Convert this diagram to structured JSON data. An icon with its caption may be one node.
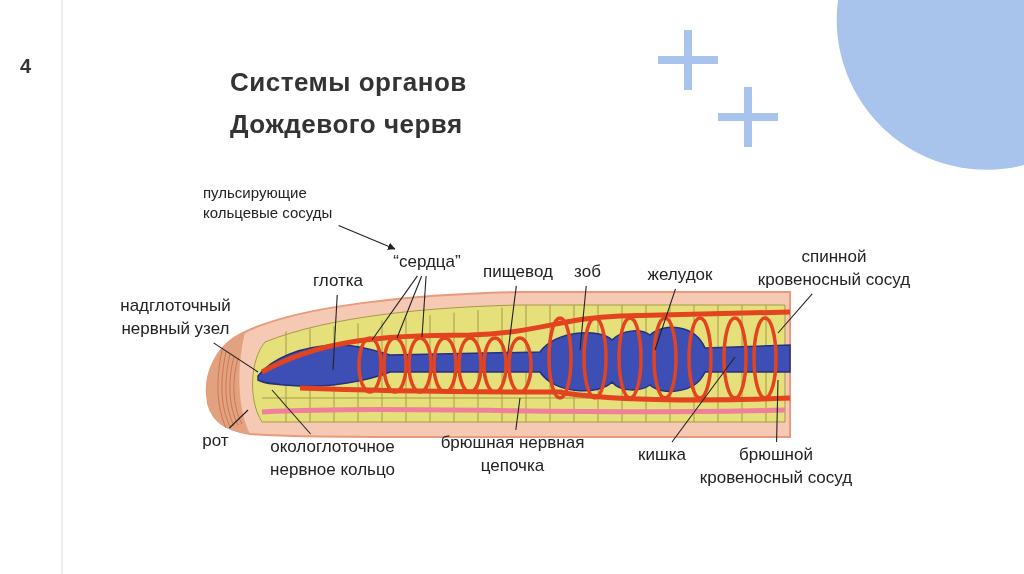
{
  "diagram": {
    "title": "Системы органов Дождевого червя",
    "nodes": [
      {
        "text": [
          "пульсирующие кольцевые сосуды"
        ]
      },
      {
        "text": [
          "“сердца”"
        ]
      },
      {
        "text": [
          "глотка"
        ]
      },
      {
        "text": [
          "надглоточный нервный узел"
        ]
      },
      {
        "text": [
          "пищевод"
        ]
      },
      {
        "text": [
          "зоб"
        ]
      },
      {
        "text": [
          "желудок"
        ]
      },
      {
        "text": [
          "спинной кровеносный сосуд"
        ]
      },
      {
        "text": [
          "рот"
        ]
      },
      {
        "text": [
          "окологлоточное нервное кольцо"
        ]
      },
      {
        "text": [
          "брюшная нервная цепочка"
        ]
      },
      {
        "text": [
          "кишка"
        ]
      },
      {
        "text": [
          "брюшной кровеносный сосуд"
        ]
      }
    ],
    "edges": [
      {
        "from": 0,
        "to": 1,
        "arrow": "to"
      },
      {
        "from": 1,
        "to": null,
        "arrow": "none"
      },
      {
        "from": 1,
        "to": null,
        "arrow": "none"
      },
      {
        "from": 1,
        "to": null,
        "arrow": "none"
      },
      {
        "from": 2,
        "to": null,
        "arrow": "none"
      },
      {
        "from": 3,
        "to": null,
        "arrow": "none"
      },
      {
        "from": 4,
        "to": null,
        "arrow": "none"
      },
      {
        "from": 5,
        "to": null,
        "arrow": "none"
      },
      {
        "from": 6,
        "to": null,
        "arrow": "none"
      },
      {
        "from": 7,
        "to": null,
        "arrow": "none"
      },
      {
        "from": 8,
        "to": null,
        "arrow": "none"
      },
      {
        "from": 9,
        "to": null,
        "arrow": "none"
      },
      {
        "from": 10,
        "to": null,
        "arrow": "none"
      },
      {
        "from": 11,
        "to": null,
        "arrow": "none"
      },
      {
        "from": 12,
        "to": null,
        "arrow": "none"
      }
    ],
    "labels": [
      "4"
    ]
  }
}
